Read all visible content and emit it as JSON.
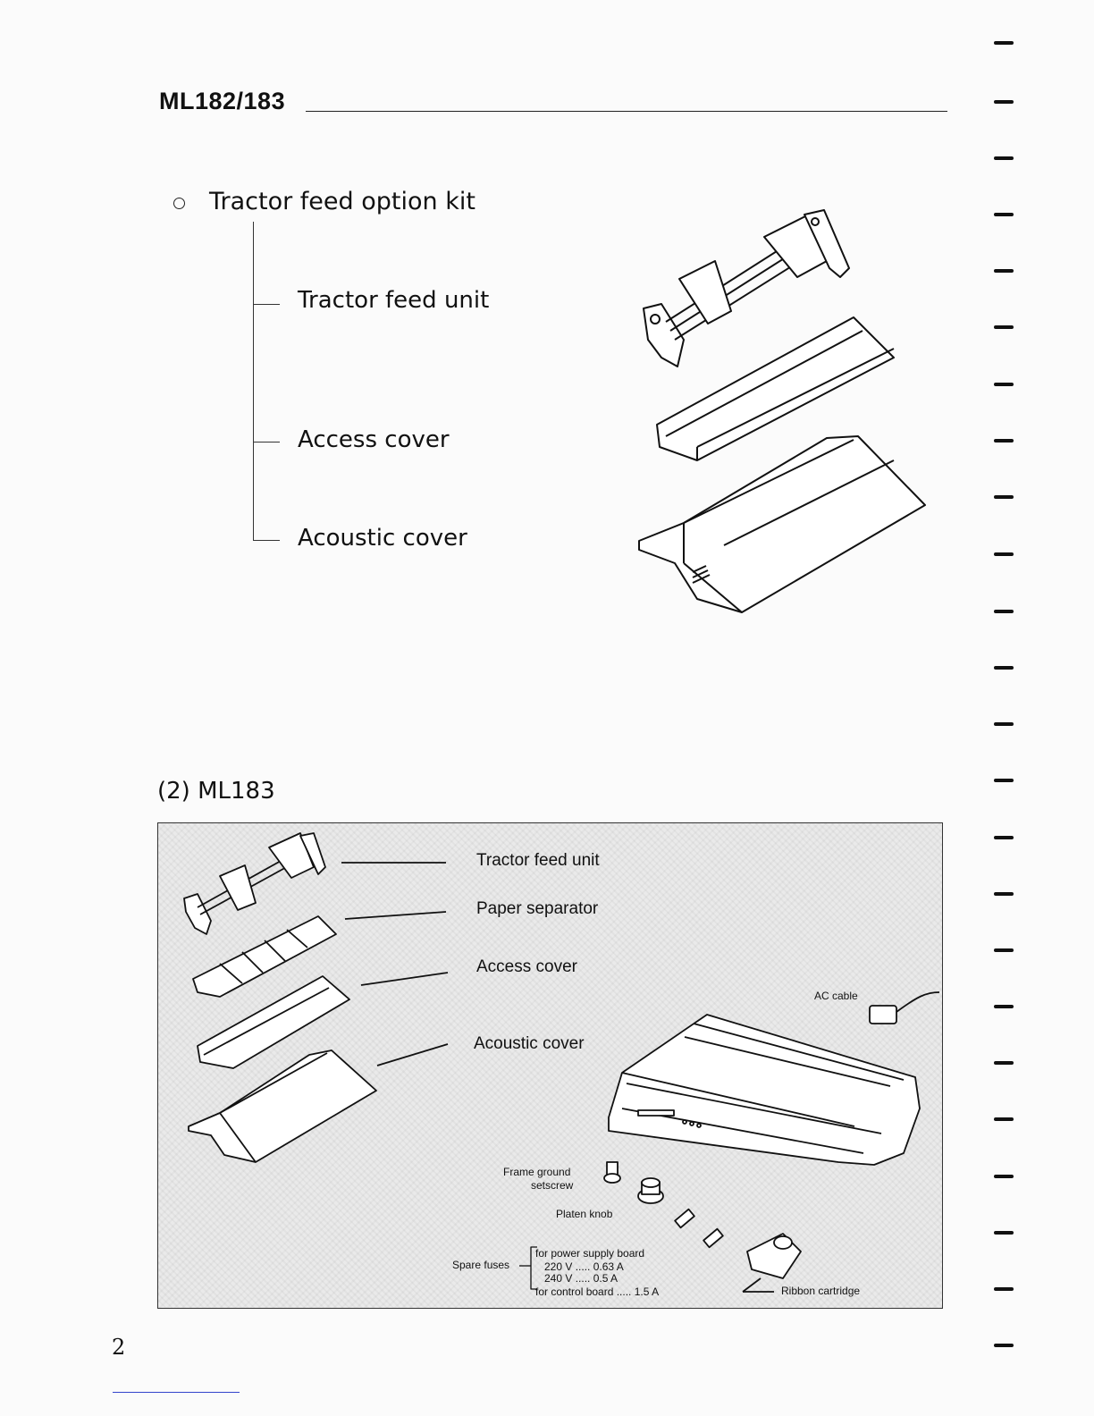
{
  "header": {
    "title": "ML182/183"
  },
  "kit": {
    "title": "Tractor feed option kit",
    "items": [
      {
        "label": "Tractor feed unit"
      },
      {
        "label": "Access cover"
      },
      {
        "label": "Acoustic cover"
      }
    ]
  },
  "section2": {
    "title": "(2) ML183"
  },
  "panel": {
    "labels": {
      "tractor": "Tractor feed unit",
      "separator": "Paper separator",
      "access": "Access cover",
      "acoustic": "Acoustic cover",
      "ac_cable": "AC cable",
      "frame_ground_1": "Frame ground",
      "frame_ground_2": "setscrew",
      "platen_knob": "Platen knob",
      "spare_fuses": "Spare fuses",
      "fuse_power": "for power supply board",
      "fuse_220": "220 V ..... 0.63 A",
      "fuse_240": "240 V ..... 0.5 A",
      "fuse_control": "for control board ..... 1.5 A",
      "ribbon": "Ribbon cartridge"
    }
  },
  "footer": {
    "page_number": "2"
  }
}
